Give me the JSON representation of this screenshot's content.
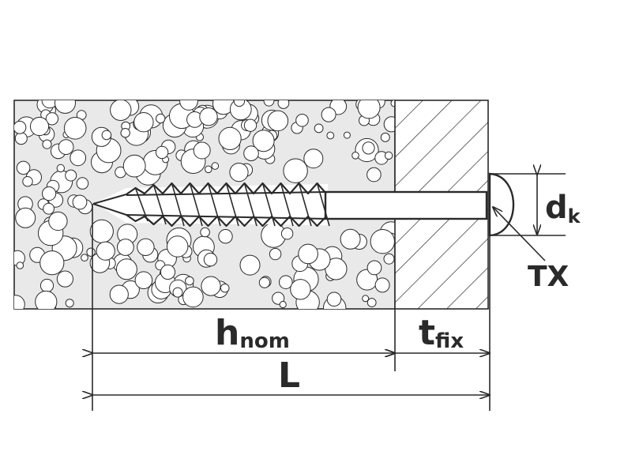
{
  "labels": {
    "head_diameter": {
      "main": "d",
      "sub": "k"
    },
    "drive": "TX",
    "embedment_depth": {
      "main": "h",
      "sub": "nom"
    },
    "fixture_thickness": {
      "main": "t",
      "sub": "fix"
    },
    "length": "L"
  },
  "colors": {
    "line": "#2a2a2a",
    "substrate_fill": "#e9e9e9",
    "background": "#ffffff"
  }
}
